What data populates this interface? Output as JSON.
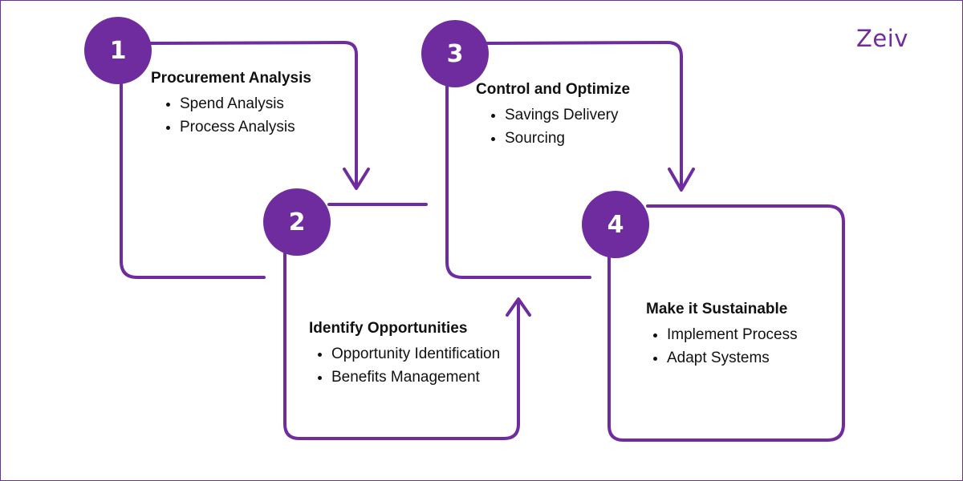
{
  "logo": {
    "text": "Zeiv"
  },
  "accent_color": "#6f2c9e",
  "steps": [
    {
      "number": "1",
      "title": "Procurement Analysis",
      "items": [
        "Spend Analysis",
        "Process Analysis"
      ]
    },
    {
      "number": "2",
      "title": "Identify Opportunities",
      "items": [
        "Opportunity Identification",
        "Benefits Management"
      ]
    },
    {
      "number": "3",
      "title": "Control and Optimize",
      "items": [
        "Savings Delivery",
        "Sourcing"
      ]
    },
    {
      "number": "4",
      "title": "Make it Sustainable",
      "items": [
        "Implement Process",
        "Adapt Systems"
      ]
    }
  ]
}
